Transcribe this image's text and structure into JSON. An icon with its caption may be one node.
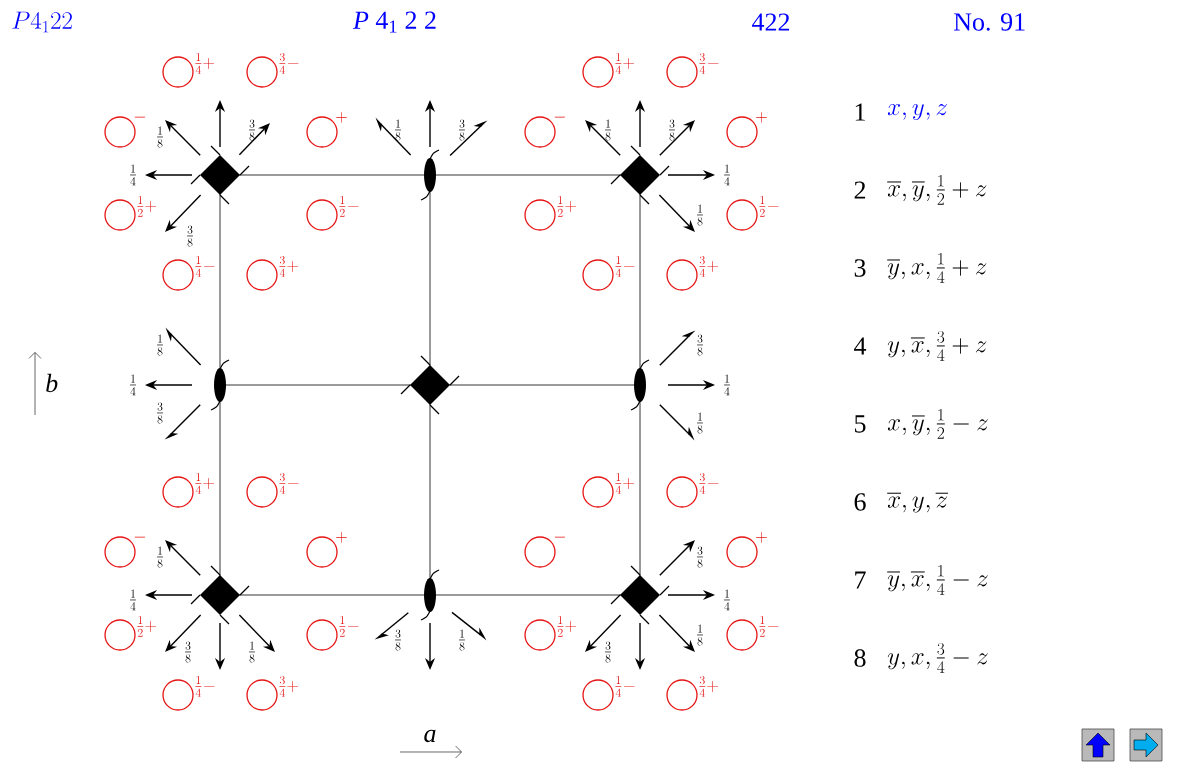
{
  "diagram": {
    "labels": [
      "P4_{1}22",
      "*P* 4$_{1}$ 2 2",
      "422",
      "No. 91",
      "\\frac{1}{4}+",
      "\\frac{3}{4}-",
      "-",
      "+",
      "\\frac{1}{2}+",
      "\\frac{1}{2}-",
      "\\frac{1}{4}-",
      "\\frac{3}{4}+",
      "\\frac{1}{4}+",
      "\\frac{3}{4}-",
      "-",
      "+",
      "\\frac{1}{2}+",
      "\\frac{1}{2}-",
      "\\frac{1}{4}-",
      "\\frac{3}{4}+",
      "\\frac{1}{4}+",
      "\\frac{3}{4}-",
      "-",
      "+",
      "\\frac{1}{2}+",
      "\\frac{1}{2}-",
      "\\frac{1}{4}-",
      "\\frac{3}{4}+",
      "\\frac{1}{4}+",
      "\\frac{3}{4}-",
      "-",
      "+",
      "\\frac{1}{2}+",
      "\\frac{1}{2}-",
      "\\frac{1}{4}-",
      "\\frac{3}{4}+",
      "\\frac{1}{8}",
      "\\frac{3}{8}",
      "\\frac{1}{4}",
      "\\frac{3}{8}",
      "\\frac{1}{8}",
      "\\frac{3}{8}",
      "\\frac{1}{8}",
      "\\frac{3}{8}",
      "\\frac{1}{4}",
      "\\frac{1}{8}",
      "\\frac{1}{8}",
      "\\frac{1}{4}",
      "\\frac{3}{8}",
      "\\frac{3}{8}",
      "\\frac{1}{4}",
      "\\frac{1}{8}",
      "\\frac{1}{8}",
      "\\frac{1}{4}",
      "\\frac{3}{8}",
      "\\frac{1}{8}",
      "\\frac{3}{8}",
      "\\frac{1}{8}",
      "\\frac{3}{8}",
      "\\frac{1}{4}",
      "\\frac{1}{8}",
      "\\frac{3}{8}",
      "b",
      "a",
      "1",
      "x, y, z",
      "2",
      "\\overline{x}, \\overline{y}, \\tfrac{1}{2}+z",
      "3",
      "\\overline{y}, x, \\tfrac{1}{4}+z",
      "4",
      "y, \\overline{x}, \\tfrac{3}{4}+z",
      "5",
      "x, \\overline{y}, \\tfrac{1}{2}-z",
      "6",
      "\\overline{x}, y, \\overline{z}",
      "7",
      "\\overline{y}, \\overline{x}, \\tfrac{1}{4}-z",
      "8",
      "y, x, \\tfrac{3}{4}-z"
    ]
  }
}
